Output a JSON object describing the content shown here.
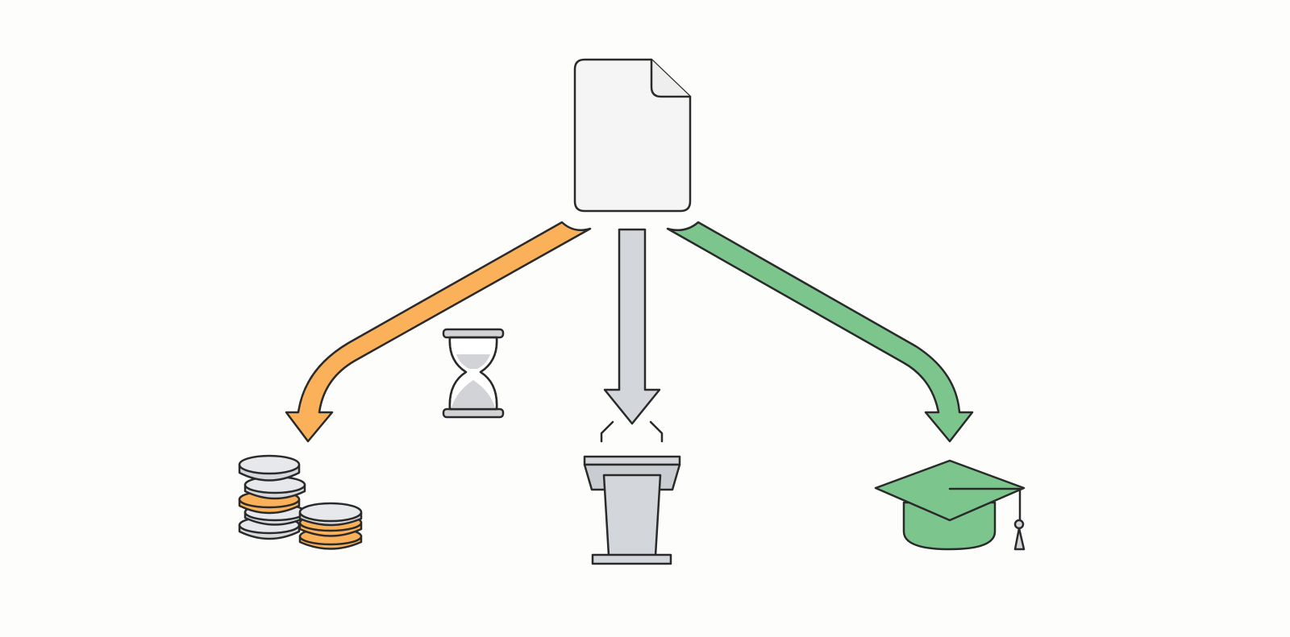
{
  "colors": {
    "background": "#fdfdfc",
    "outline": "#2a2a2a",
    "document_fill": "#f5f5f5",
    "orange_branch": "#fbb15a",
    "gray_branch": "#d3d6da",
    "green_branch": "#7cc68e",
    "coin_gray": "#d6d8dc",
    "coin_light": "#e6e8eb",
    "sand": "#d2d3d6"
  },
  "icons": {
    "source": "document-icon",
    "left_outcome": "coins-icon",
    "left_modifier": "hourglass-icon",
    "center_outcome": "podium-icon",
    "right_outcome": "graduation-cap-icon"
  },
  "branches": [
    {
      "id": "left",
      "color": "orange",
      "leads_to": "coins-icon"
    },
    {
      "id": "center",
      "color": "gray",
      "leads_to": "podium-icon"
    },
    {
      "id": "right",
      "color": "green",
      "leads_to": "graduation-cap-icon"
    }
  ]
}
